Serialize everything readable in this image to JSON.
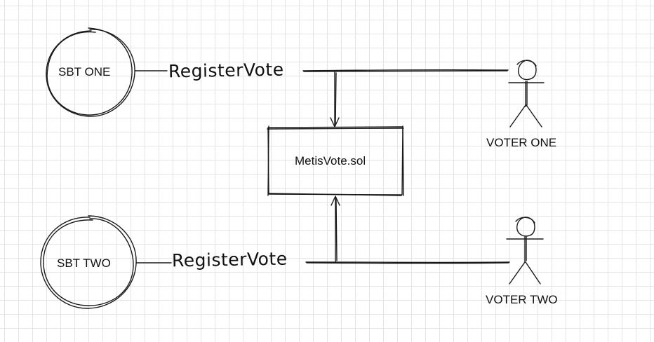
{
  "nodes": {
    "sbt_one": "SBT ONE",
    "sbt_two": "SBT TWO",
    "contract": "MetisVote.sol",
    "voter_one": "VOTER ONE",
    "voter_two": "VOTER TWO"
  },
  "edges": {
    "top_label": "RegisterVote",
    "bottom_label": "RegisterVote"
  }
}
